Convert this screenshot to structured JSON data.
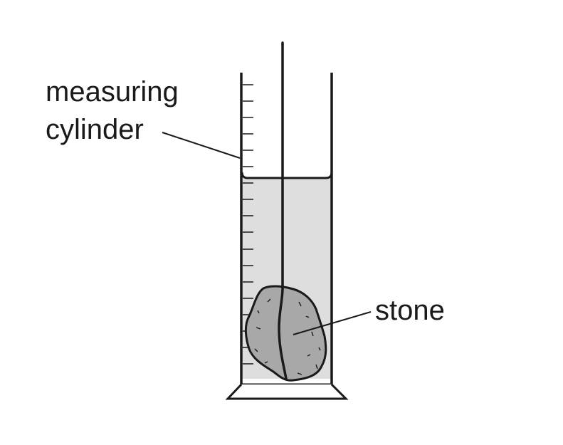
{
  "labels": {
    "cylinder_line1": "measuring",
    "cylinder_line2": "cylinder",
    "stone": "stone"
  },
  "colors": {
    "liquid": "#dedede",
    "stone": "#a8a8a8",
    "outline": "#1a1a1a",
    "background": "#ffffff"
  },
  "icons": {
    "cylinder": "measuring-cylinder-icon",
    "stone": "stone-icon"
  }
}
